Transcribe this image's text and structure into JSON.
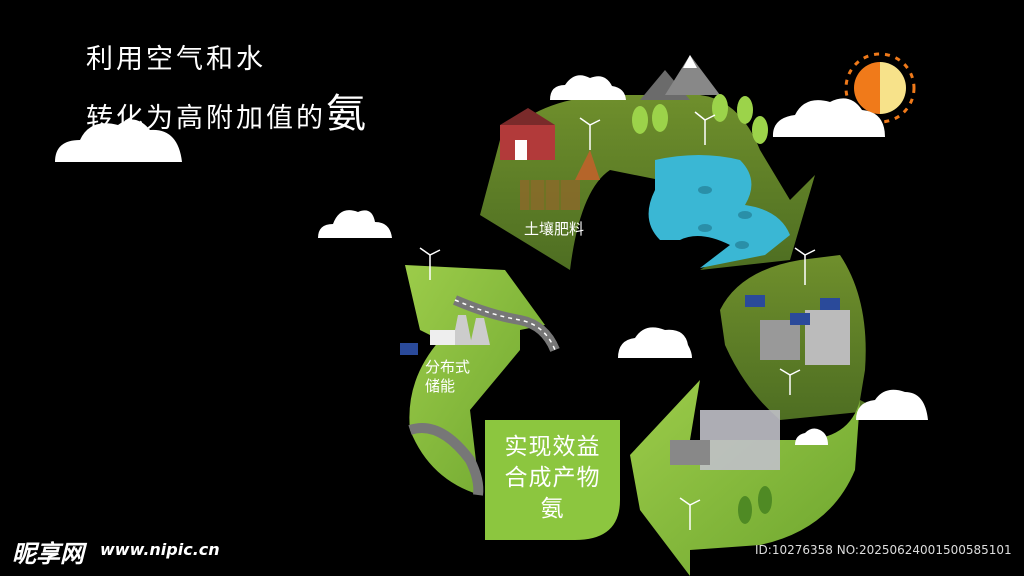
{
  "title": {
    "line1": "利用空气和水",
    "line2_prefix": "转化为高附加值的",
    "line2_emphasis": "氨"
  },
  "segments": {
    "soil_fertilizer": "土壤肥料",
    "distributed_storage_1": "分布式",
    "distributed_storage_2": "储能",
    "benefit_line1": "实现效益",
    "benefit_line2": "合成产物",
    "benefit_line3": "氨"
  },
  "watermark": {
    "logo": "昵享网",
    "url": "www.nipic.cn",
    "id": "ID:10276358 NO:20250624001500585101"
  },
  "colors": {
    "background": "#000000",
    "grass_dark": "#5a7a2a",
    "grass_light": "#8cc63f",
    "lake": "#3ab7d4",
    "sun_orange": "#f07a1a",
    "sun_light": "#f7e28a"
  }
}
